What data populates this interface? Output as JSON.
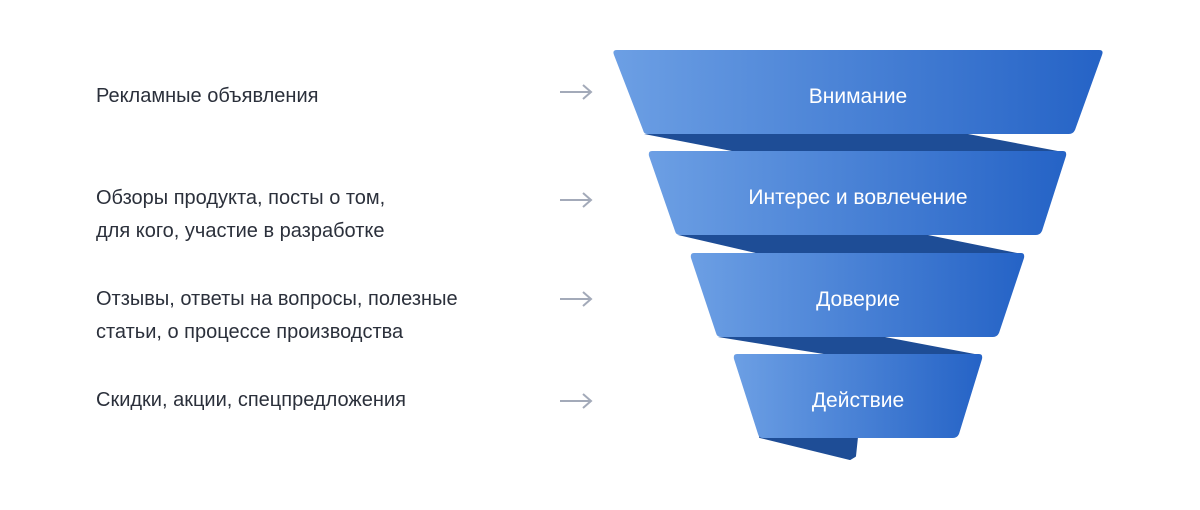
{
  "rows": [
    {
      "description": "Рекламные объявления",
      "stage": "Внимание"
    },
    {
      "description": "Обзоры продукта, посты о том,\nдля кого, участие в разработке",
      "stage": "Интерес и вовлечение"
    },
    {
      "description": "Отзывы, ответы на вопросы, полезные\nстатьи, о процессе производства",
      "stage": "Доверие"
    },
    {
      "description": "Скидки, акции, спецпредложения",
      "stage": "Действие"
    }
  ],
  "colors": {
    "band_light": "#6c9fe4",
    "band_dark": "#2563c6",
    "fold": "#1e4d96",
    "arrow": "#a3aab9",
    "text": "#2b303b"
  }
}
